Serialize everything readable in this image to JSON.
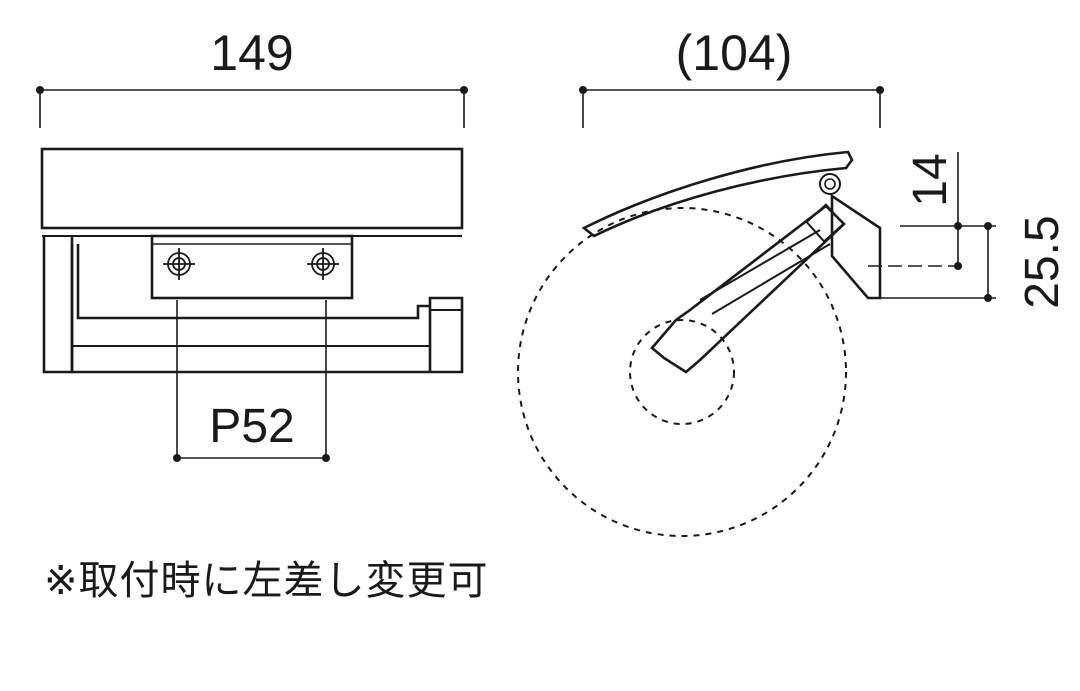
{
  "front_view": {
    "width_label": "149",
    "pitch_label": "P52"
  },
  "side_view": {
    "depth_label": "(104)",
    "offset_label": "14",
    "height_label": "25.5"
  },
  "note": "※取付時に左差し変更可",
  "colors": {
    "line": "#1a1a1a",
    "background": "#ffffff"
  }
}
